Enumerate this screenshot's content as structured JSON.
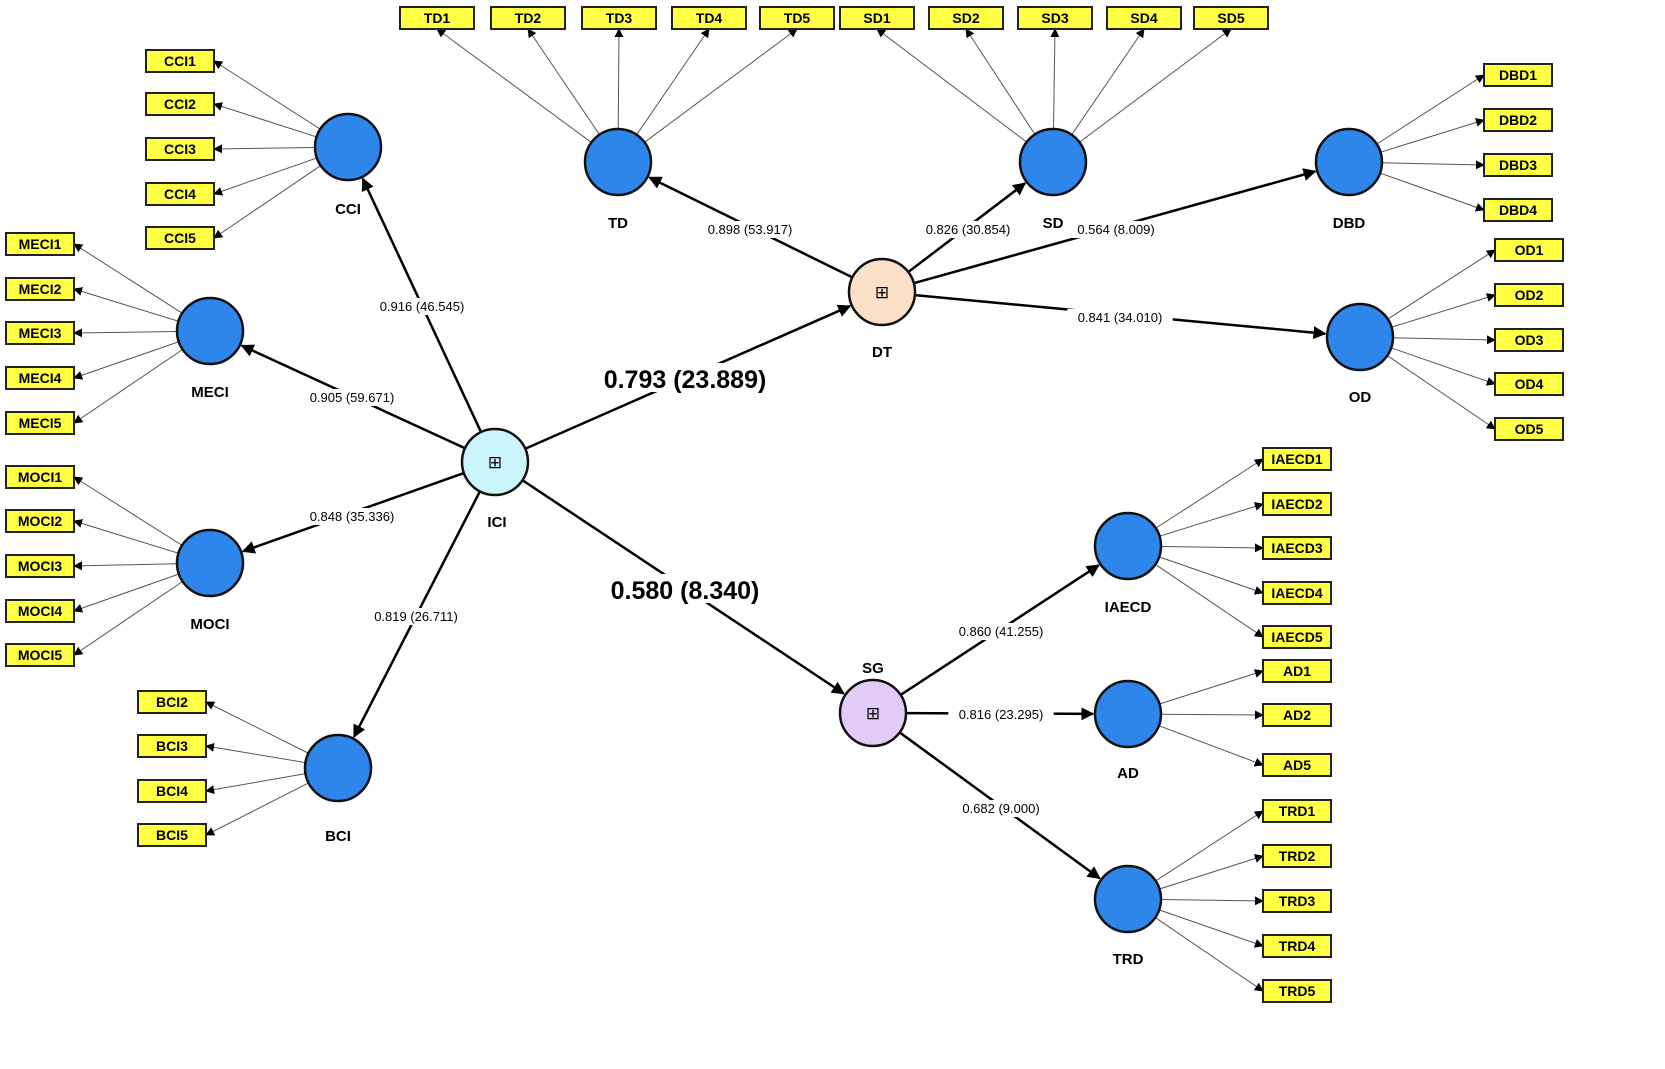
{
  "colors": {
    "indicator_fill": "#ffff44",
    "construct_fill": "#2f86ea",
    "ici_fill": "#ccf5fb",
    "dt_fill": "#fbe0c8",
    "sg_fill": "#e0ccf5",
    "line": "#000000"
  },
  "constructs": {
    "ici": "ICI",
    "dt": "DT",
    "sg": "SG",
    "cci": "CCI",
    "meci": "MECI",
    "moci": "MOCI",
    "bci": "BCI",
    "td": "TD",
    "sd": "SD",
    "dbd": "DBD",
    "od": "OD",
    "iaecd": "IAECD",
    "ad": "AD",
    "trd": "TRD"
  },
  "indicators": {
    "cci": [
      "CCI1",
      "CCI2",
      "CCI3",
      "CCI4",
      "CCI5"
    ],
    "meci": [
      "MECI1",
      "MECI2",
      "MECI3",
      "MECI4",
      "MECI5"
    ],
    "moci": [
      "MOCI1",
      "MOCI2",
      "MOCI3",
      "MOCI4",
      "MOCI5"
    ],
    "bci": [
      "BCI2",
      "BCI3",
      "BCI4",
      "BCI5"
    ],
    "td": [
      "TD1",
      "TD2",
      "TD3",
      "TD4",
      "TD5"
    ],
    "sd": [
      "SD1",
      "SD2",
      "SD3",
      "SD4",
      "SD5"
    ],
    "dbd": [
      "DBD1",
      "DBD2",
      "DBD3",
      "DBD4"
    ],
    "od": [
      "OD1",
      "OD2",
      "OD3",
      "OD4",
      "OD5"
    ],
    "iaecd": [
      "IAECD1",
      "IAECD2",
      "IAECD3",
      "IAECD4",
      "IAECD5"
    ],
    "ad": [
      "AD1",
      "AD2",
      "AD5"
    ],
    "trd": [
      "TRD1",
      "TRD2",
      "TRD3",
      "TRD4",
      "TRD5"
    ]
  },
  "paths": {
    "ici_dt": "0.793 (23.889)",
    "ici_sg": "0.580 (8.340)",
    "ici_cci": "0.916 (46.545)",
    "ici_meci": "0.905 (59.671)",
    "ici_moci": "0.848 (35.336)",
    "ici_bci": "0.819 (26.711)",
    "dt_td": "0.898 (53.917)",
    "dt_sd": "0.826 (30.854)",
    "dt_dbd": "0.564 (8.009)",
    "dt_od": "0.841 (34.010)",
    "sg_iaecd": "0.860 (41.255)",
    "sg_ad": "0.816 (23.295)",
    "sg_trd": "0.682 (9.000)"
  },
  "second_order_icon": "⊞"
}
